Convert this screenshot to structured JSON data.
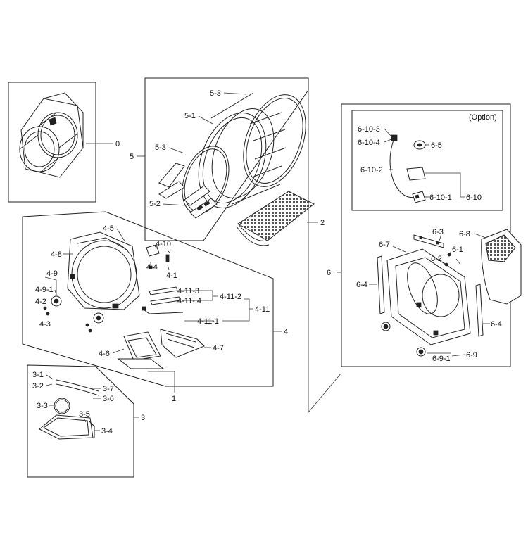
{
  "labels": {
    "assembly_0": "0",
    "assembly_1": "1",
    "assembly_2": "2",
    "assembly_3": "3",
    "assembly_4": "4",
    "assembly_5": "5",
    "assembly_6": "6",
    "p5_1": "5-1",
    "p5_2": "5-2",
    "p5_3_top": "5-3",
    "p5_3_mid": "5-3",
    "p4_1": "4-1",
    "p4_2": "4-2",
    "p4_3": "4-3",
    "p4_4": "4-4",
    "p4_5": "4-5",
    "p4_6": "4-6",
    "p4_7": "4-7",
    "p4_8": "4-8",
    "p4_9": "4-9",
    "p4_9_1": "4-9-1",
    "p4_10": "4-10",
    "p4_11": "4-11",
    "p4_11_1": "4-11-1",
    "p4_11_2": "4-11-2",
    "p4_11_3": "4-11-3",
    "p4_11_4": "4-11- 4",
    "p3_1": "3-1",
    "p3_2": "3-2",
    "p3_3": "3-3",
    "p3_4": "3-4",
    "p3_5": "3-5",
    "p3_6": "3-6",
    "p3_7": "3-7",
    "option": "(Option)",
    "p6_1": "6-1",
    "p6_2": "6-2",
    "p6_3": "6-3",
    "p6_4_left": "6-4",
    "p6_4_right": "6-4",
    "p6_5": "6-5",
    "p6_7": "6-7",
    "p6_8": "6-8",
    "p6_9": "6-9",
    "p6_9_1": "6-9-1",
    "p6_10": "6-10",
    "p6_10_1": "6-10-1",
    "p6_10_2": "6-10-2",
    "p6_10_3": "6-10-3",
    "p6_10_4": "6-10-4"
  }
}
